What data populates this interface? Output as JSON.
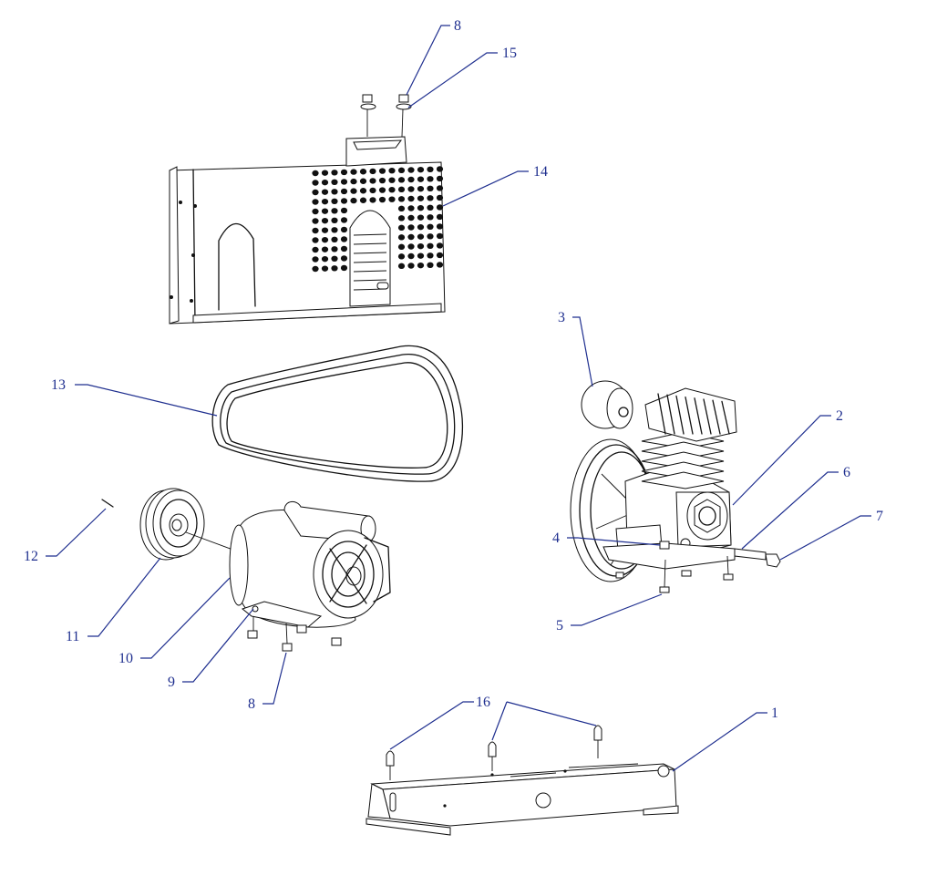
{
  "colors": {
    "callout": "#1f2f8f",
    "line_art": "#111111",
    "background": "#ffffff"
  },
  "callouts": [
    {
      "id": "c1",
      "label": "1"
    },
    {
      "id": "c2",
      "label": "2"
    },
    {
      "id": "c3",
      "label": "3"
    },
    {
      "id": "c4",
      "label": "4"
    },
    {
      "id": "c5",
      "label": "5"
    },
    {
      "id": "c6",
      "label": "6"
    },
    {
      "id": "c7",
      "label": "7"
    },
    {
      "id": "c8a",
      "label": "8"
    },
    {
      "id": "c8b",
      "label": "8"
    },
    {
      "id": "c9",
      "label": "9"
    },
    {
      "id": "c10",
      "label": "10"
    },
    {
      "id": "c11",
      "label": "11"
    },
    {
      "id": "c12",
      "label": "12"
    },
    {
      "id": "c13",
      "label": "13"
    },
    {
      "id": "c14",
      "label": "14"
    },
    {
      "id": "c15",
      "label": "15"
    },
    {
      "id": "c16",
      "label": "16"
    }
  ]
}
